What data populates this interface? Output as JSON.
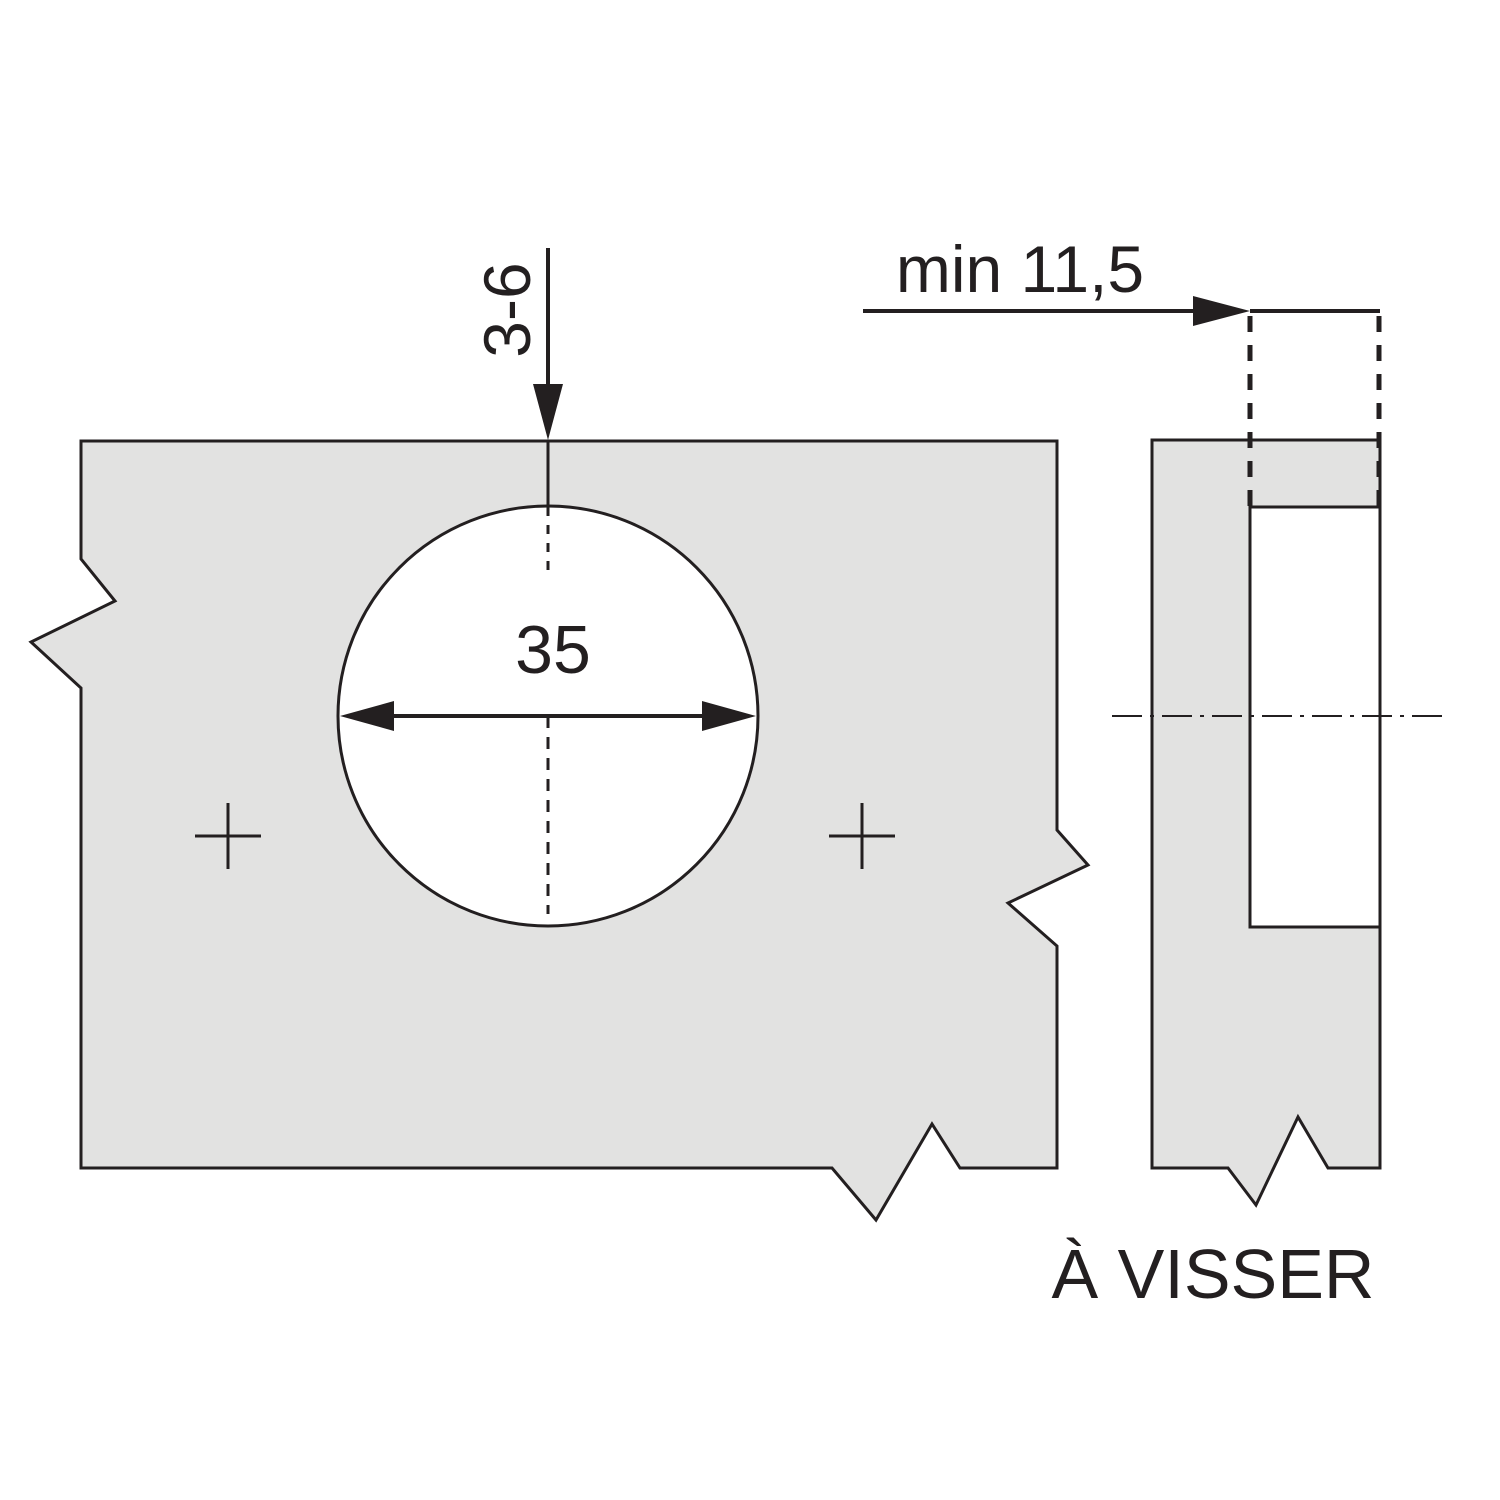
{
  "labels": {
    "depth": "3-6",
    "diameter": "35",
    "min_distance": "min 11,5",
    "caption": "À VISSER"
  },
  "colors": {
    "panel_fill": "#e2e2e1",
    "line": "#231f20",
    "hole_fill": "#ffffff"
  }
}
